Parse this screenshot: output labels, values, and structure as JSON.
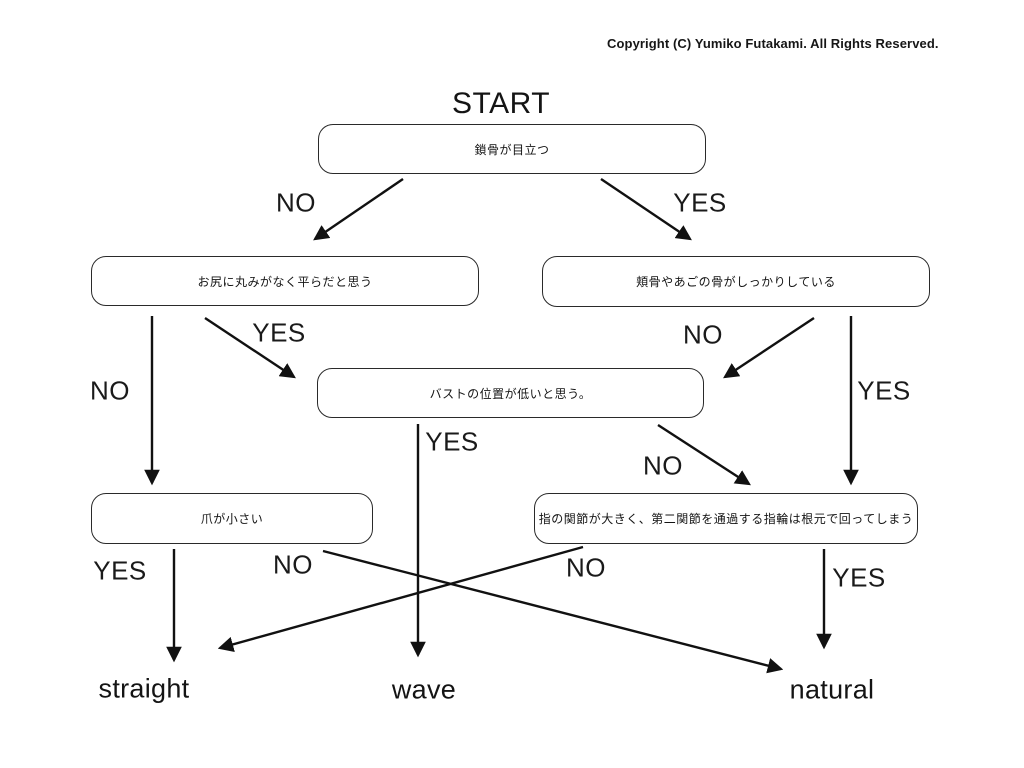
{
  "copyright": "Copyright (C) Yumiko Futakami. All Rights Reserved.",
  "title": "START",
  "nodes": {
    "q1": {
      "text": "鎖骨が目立つ"
    },
    "q2": {
      "text": "お尻に丸みがなく平らだと思う"
    },
    "q3": {
      "text": "頬骨やあごの骨がしっかりしている"
    },
    "q4": {
      "text": "バストの位置が低いと思う。"
    },
    "q5": {
      "text": "爪が小さい"
    },
    "q6": {
      "text": "指の関節が大きく、第二関節を通過する指輪は根元で回ってしまう"
    }
  },
  "edges": {
    "q1_no": {
      "label": "NO",
      "from": "q1",
      "to": "q2"
    },
    "q1_yes": {
      "label": "YES",
      "from": "q1",
      "to": "q3"
    },
    "q2_no": {
      "label": "NO",
      "from": "q2",
      "to": "q5"
    },
    "q2_yes": {
      "label": "YES",
      "from": "q2",
      "to": "q4"
    },
    "q3_no": {
      "label": "NO",
      "from": "q3",
      "to": "q4"
    },
    "q3_yes": {
      "label": "YES",
      "from": "q3",
      "to": "q6"
    },
    "q4_yes": {
      "label": "YES",
      "from": "q4",
      "to": "wave"
    },
    "q4_no": {
      "label": "NO",
      "from": "q4",
      "to": "q6"
    },
    "q5_yes": {
      "label": "YES",
      "from": "q5",
      "to": "straight"
    },
    "q5_no": {
      "label": "NO",
      "from": "q5",
      "to": "natural"
    },
    "q6_no": {
      "label": "NO",
      "from": "q6",
      "to": "straight"
    },
    "q6_yes": {
      "label": "YES",
      "from": "q6",
      "to": "natural"
    }
  },
  "results": {
    "straight": "straight",
    "wave": "wave",
    "natural": "natural"
  },
  "colors": {
    "background": "#ffffff",
    "line": "#111111",
    "text": "#141414"
  }
}
